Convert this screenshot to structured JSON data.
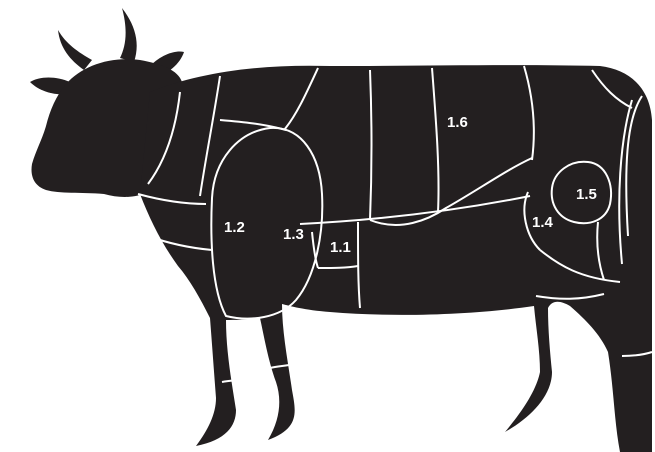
{
  "diagram": {
    "colors": {
      "body": "#231f20",
      "cut_line": "#ffffff",
      "label": "#ffffff",
      "background": "#ffffff"
    },
    "cuts": [
      {
        "id": "1.1",
        "label": "1.1"
      },
      {
        "id": "1.2",
        "label": "1.2"
      },
      {
        "id": "1.3",
        "label": "1.3"
      },
      {
        "id": "1.4",
        "label": "1.4"
      },
      {
        "id": "1.5",
        "label": "1.5"
      },
      {
        "id": "1.6",
        "label": "1.6"
      }
    ]
  }
}
